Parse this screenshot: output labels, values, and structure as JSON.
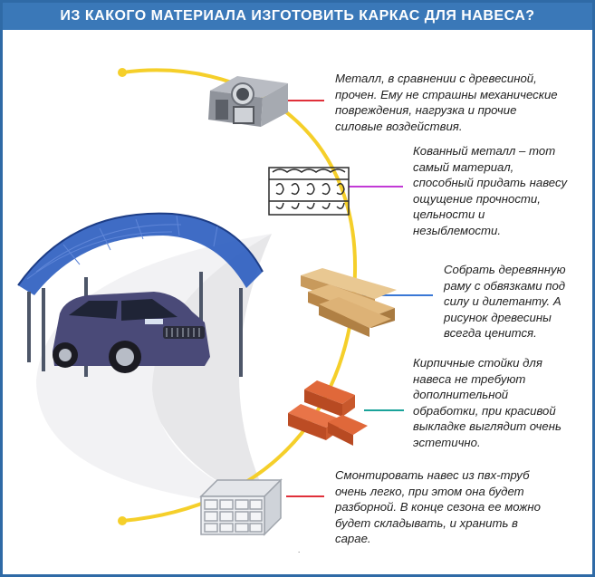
{
  "title": "ИЗ КАКОГО МАТЕРИАЛА ИЗГОТОВИТЬ КАРКАС ДЛЯ НАВЕСА?",
  "items": [
    {
      "material_icon": "metal-profile-pipes-icon",
      "accent": "#e0303a",
      "text": "Металл, в сравнении с древесиной,\nпрочен. Ему не страшны механические\nповреждения, нагрузка и прочие\nсиловые воздействия."
    },
    {
      "material_icon": "wrought-iron-fence-icon",
      "accent": "#c23ad6",
      "text": "Кованный металл – тот\nсамый материал,\nспособный придать навесу\nощущение прочности,\nцельности и\nнезыблемости."
    },
    {
      "material_icon": "wooden-planks-icon",
      "accent": "#3a78d6",
      "text": "Собрать деревянную\nраму с обвязками под\nсилу и дилетанту. А\nрисунок древесины\nвсегда ценится."
    },
    {
      "material_icon": "bricks-icon",
      "accent": "#1aa39a",
      "text": "Кирпичные стойки для\nнавеса не требуют\nдополнительной\nобработки, при красивой\nвыкладке выглядит очень\nэстетично."
    },
    {
      "material_icon": "pvc-pipes-icon",
      "accent": "#e0303a",
      "text": "Смонтировать навес из пвх-труб\nочень легко, при этом она будет\nразборной. В конце сезона ее можно\nбудет складывать, и хранить в\nсарае."
    }
  ],
  "colors": {
    "header": "#3a78b8",
    "curve": "#f5cf2a",
    "canopy": "#2f5fc0",
    "car": "#4a4a78"
  }
}
